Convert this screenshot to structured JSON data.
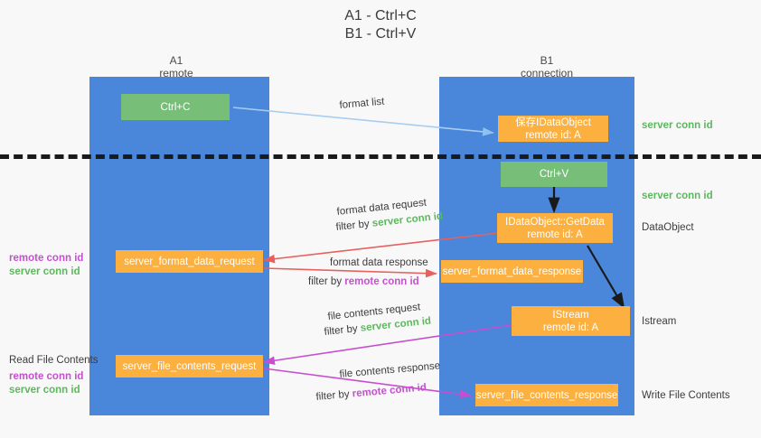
{
  "title": {
    "line1": "A1 - Ctrl+C",
    "line2": "B1 - Ctrl+V"
  },
  "columns": [
    {
      "name": "A1",
      "role": "remote"
    },
    {
      "name": "B1",
      "role": "connection"
    }
  ],
  "boxes": {
    "ctrl_c": {
      "label": "Ctrl+C"
    },
    "ctrl_v": {
      "label": "Ctrl+V"
    },
    "save_idataobject": {
      "line1": "保存IDataObject",
      "line2": "remote id: A"
    },
    "getdata": {
      "line1": "IDataObject::GetData",
      "line2": "remote id: A"
    },
    "istream": {
      "line1": "IStream",
      "line2": "remote id: A"
    },
    "server_format_data_request": {
      "label": "server_format_data_request"
    },
    "server_format_data_response": {
      "label": "server_format_data_response"
    },
    "server_file_contents_request": {
      "label": "server_file_contents_request"
    },
    "server_file_contents_response": {
      "label": "server_file_contents_response"
    }
  },
  "edge_labels": {
    "format_list": "format list",
    "format_data_request": "format data request",
    "format_data_response": "format data response",
    "file_contents_request": "file contents request",
    "file_contents_response": "file contents response",
    "filter_by": "filter by",
    "server_conn_id": "server conn id",
    "remote_conn_id": "remote conn id"
  },
  "annotations": {
    "right_conn_id_top": "server conn id",
    "right_conn_id_mid": "server conn id",
    "dataobject": "DataObject",
    "istream": "Istream",
    "write_file_contents": "Write File Contents",
    "read_file_contents": "Read File Contents",
    "left_remote_conn_id_1": "remote conn id",
    "left_server_conn_id_1": "server conn id",
    "left_remote_conn_id_2": "remote conn id",
    "left_server_conn_id_2": "server conn id"
  },
  "colors": {
    "column": "#4a86d9",
    "green_box": "#77bf78",
    "orange_box": "#fbb040",
    "light_blue_arrow": "#a8cdf0",
    "red_arrow": "#e8605d",
    "magenta_arrow": "#c64fd0",
    "dark_arrow": "#1a1a1a",
    "green_text": "#5cb85c",
    "magenta_text": "#c64fd0"
  }
}
